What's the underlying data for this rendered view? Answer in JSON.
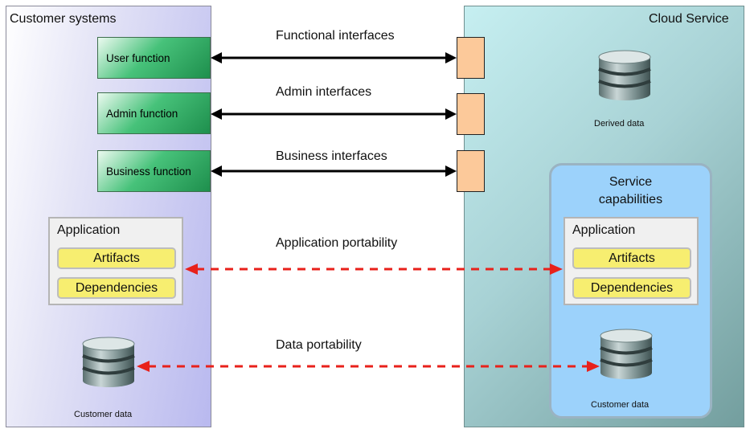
{
  "customer_panel": {
    "title": "Customer systems",
    "functions": [
      "User function",
      "Admin function",
      "Business function"
    ],
    "application": {
      "title": "Application",
      "artifacts": "Artifacts",
      "dependencies": "Dependencies"
    },
    "data_caption": "Customer data"
  },
  "cloud_panel": {
    "title": "Cloud Service",
    "derived_caption": "Derived data",
    "service_title_line1": "Service",
    "service_title_line2": "capabilities",
    "application": {
      "title": "Application",
      "artifacts": "Artifacts",
      "dependencies": "Dependencies"
    },
    "data_caption": "Customer data"
  },
  "interfaces": [
    "Functional interfaces",
    "Admin interfaces",
    "Business interfaces"
  ],
  "portability": [
    "Application portability",
    "Data portability"
  ],
  "colors": {
    "interface_arrow": "#000000",
    "portability_arrow": "#e8211b",
    "port": "#fcc99a",
    "function_box": "#2ea760"
  }
}
